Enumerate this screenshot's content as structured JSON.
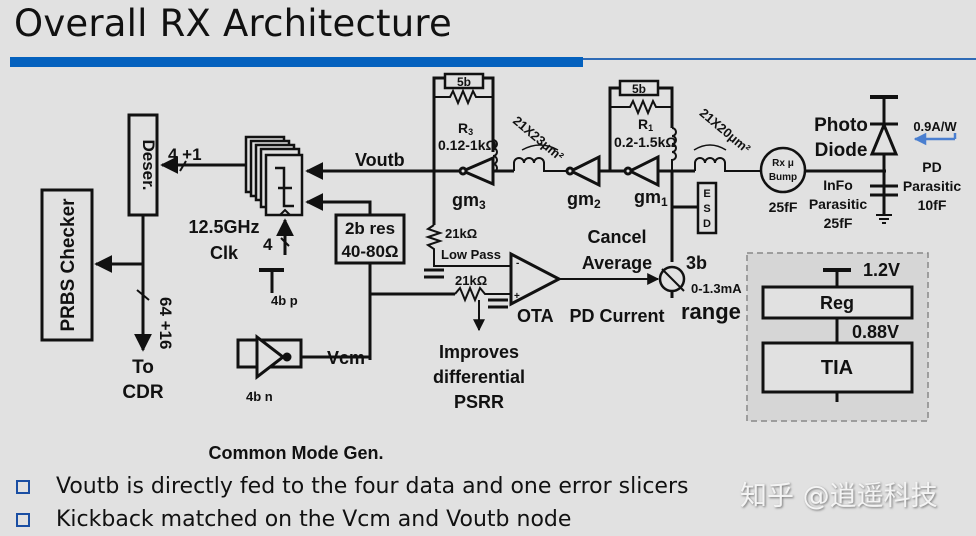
{
  "title": "Overall RX Architecture",
  "colors": {
    "accent_bar": "#0461be",
    "responsivity_arrow": "#4a7fd0",
    "bullet": "#1a4ea3"
  },
  "diagram": {
    "prbs": "PRBS Checker",
    "deser": "Deser.",
    "bus_4p1": "4 +1",
    "bus_64p16": "64 +16",
    "to": "To",
    "cdr": "CDR",
    "clk_freq": "12.5GHz",
    "clk": "Clk",
    "clk_bus": "4",
    "voutb": "Voutb",
    "res_box_1": "2b res",
    "res_box_2": "40-80Ω",
    "vcm": "Vcm",
    "cm_p": "4b p",
    "cm_n": "4b n",
    "cm_label": "Common Mode Gen.",
    "fb3_bits": "5b",
    "r3_name": "R",
    "r3_sub": "3",
    "r3_val": "0.12-1kΩ",
    "ind1": "21X23μm²",
    "gm3": "gm",
    "gm3_sub": "3",
    "gm2": "gm",
    "gm2_sub": "2",
    "fb1_bits": "5b",
    "r1_name": "R",
    "r1_sub": "1",
    "r1_val": "0.2-1.5kΩ",
    "ind2": "21X20μm²",
    "gm1": "gm",
    "gm1_sub": "1",
    "esd": [
      "E",
      "S",
      "D"
    ],
    "bump_1": "Rx μ",
    "bump_2": "Bump",
    "bump_cap": "25fF",
    "info_1": "InFo",
    "info_2": "Parasitic",
    "info_3": "25fF",
    "pd_1": "Photo",
    "pd_2": "Diode",
    "responsivity": "0.9A/W",
    "pdp_1": "PD",
    "pdp_2": "Parasitic",
    "pdp_3": "10fF",
    "lp_res": "21kΩ",
    "lp_label": "Low Pass",
    "res2": "21kΩ",
    "ota_minus": "-",
    "ota_plus": "+",
    "ota": "OTA",
    "psrr_1": "Improves",
    "psrr_2": "differential",
    "psrr_3": "PSRR",
    "cancel_1": "Cancel",
    "cancel_2": "Average",
    "pd_current": "PD Current",
    "src_bits": "3b",
    "src_range": "0-1.3mA",
    "range": "range",
    "supply": "1.2V",
    "reg": "Reg",
    "reg_out": "0.88V",
    "tia": "TIA"
  },
  "bullets": [
    "Voutb is directly fed to the four data and one error slicers",
    "Kickback matched on the Vcm and Voutb node"
  ],
  "watermark": "知乎 @逍遥科技"
}
